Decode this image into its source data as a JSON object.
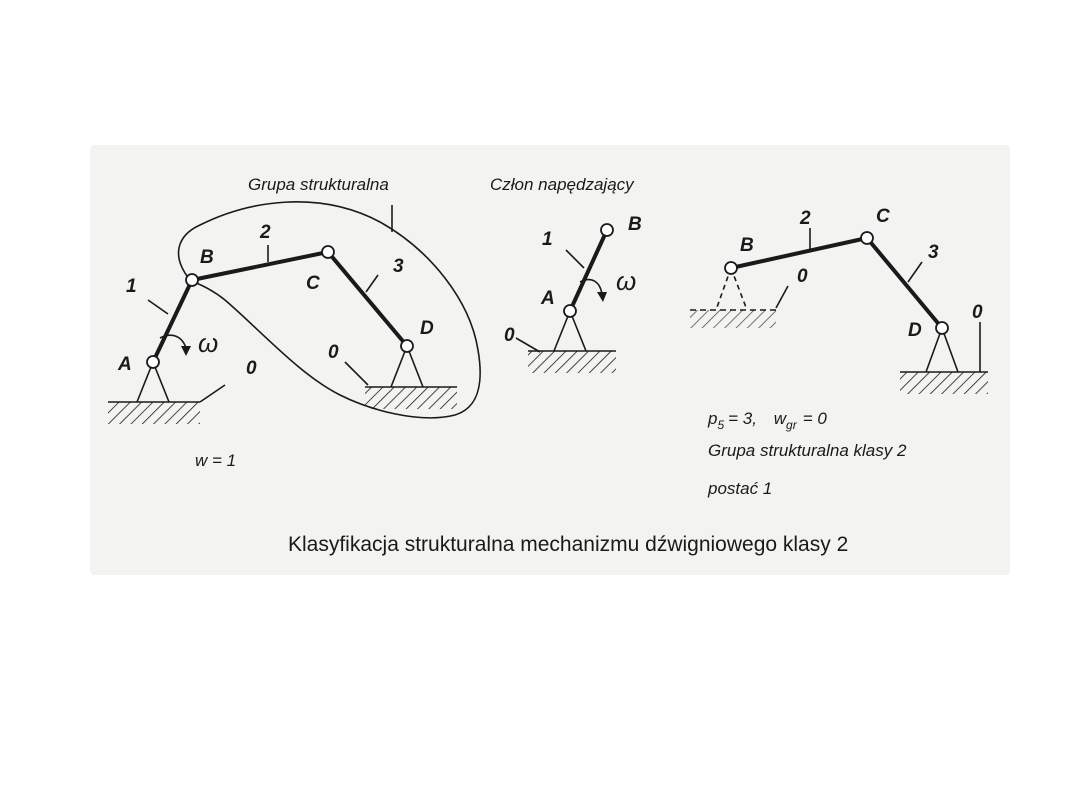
{
  "labels": {
    "grupa_strukturalna": "Grupa strukturalna",
    "czlon_napedzajacy": "Człon napędzający",
    "omega": "ω",
    "w_eq": "w = 1",
    "p5": "p",
    "p5_sub": "5",
    "p5_val": "= 3,",
    "wgr": "w",
    "wgr_sub": "gr",
    "wgr_val": "= 0",
    "grupa_klasy": "Grupa strukturalna klasy 2",
    "postac": "postać 1"
  },
  "left": {
    "A": "A",
    "B": "B",
    "C": "C",
    "D": "D",
    "n1": "1",
    "n2": "2",
    "n3": "3",
    "n0a": "0",
    "n0b": "0"
  },
  "middle": {
    "A": "A",
    "B": "B",
    "n1": "1",
    "n0": "0"
  },
  "right": {
    "B": "B",
    "C": "C",
    "D": "D",
    "n2": "2",
    "n3": "3",
    "n0a": "0",
    "n0b": "0"
  },
  "caption": "Klasyfikacja strukturalna mechanizmu dźwigniowego klasy 2"
}
